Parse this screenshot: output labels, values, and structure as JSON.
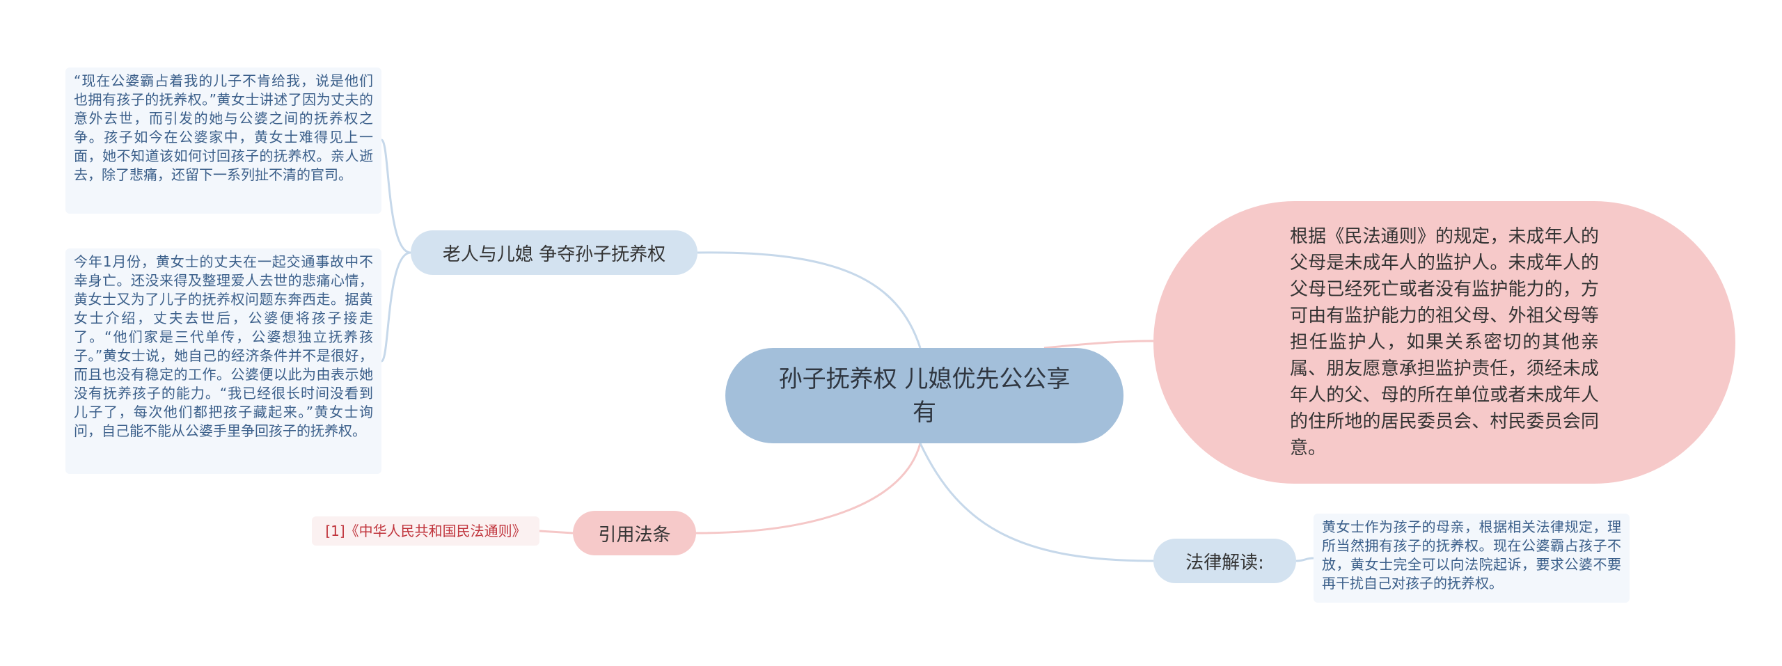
{
  "center": {
    "title": "孙子抚养权 儿媳优先公公享有"
  },
  "branches": {
    "elder_dispute": {
      "label": "老人与儿媳 争夺孙子抚养权",
      "details": [
        "“现在公婆霸占着我的儿子不肯给我，说是他们也拥有孩子的抚养权。”黄女士讲述了因为丈夫的意外去世，而引发的她与公婆之间的抚养权之争。孩子如今在公婆家中，黄女士难得见上一面，她不知道该如何讨回孩子的抚养权。亲人逝去，除了悲痛，还留下一系列扯不清的官司。",
        "今年1月份，黄女士的丈夫在一起交通事故中不幸身亡。还没来得及整理爱人去世的悲痛心情，黄女士又为了儿子的抚养权问题东奔西走。据黄女士介绍，丈夫去世后，公婆便将孩子接走了。“他们家是三代单传，公婆想独立抚养孩子。”黄女士说，她自己的经济条件并不是很好，而且也没有稳定的工作。公婆便以此为由表示她没有抚养孩子的能力。“我已经很长时间没看到儿子了，每次他们都把孩子藏起来。”黄女士询问，自己能不能从公婆手里争回孩子的抚养权。"
      ]
    },
    "cited_law": {
      "label": "引用法条",
      "details": [
        "[1]《中华人民共和国民法通则》"
      ]
    },
    "law_rule": {
      "text": "根据《民法通则》的规定，未成年人的父母是未成年人的监护人。未成年人的父母已经死亡或者没有监护能力的，方可由有监护能力的祖父母、外祖父母等担任监护人，如果关系密切的其他亲属、朋友愿意承担监护责任，须经未成年人的父、母的所在单位或者未成年人的住所地的居民委员会、村民委员会同意。"
    },
    "legal_reading": {
      "label": "法律解读:",
      "details": [
        "黄女士作为孩子的母亲，根据相关法律规定，理所当然拥有孩子的抚养权。现在公婆霸占孩子不放，黄女士完全可以向法院起诉，要求公婆不要再干扰自己对孩子的抚养权。"
      ]
    }
  },
  "colors": {
    "center_fill": "#a3bfda",
    "blue_branch": "#d3e2f0",
    "pink_branch": "#f6c9c9",
    "blue_link": "#c6d8ea",
    "pink_link": "#f5c7c7",
    "blue_text": "#3b5f8a",
    "cite_text": "#c0343c"
  }
}
